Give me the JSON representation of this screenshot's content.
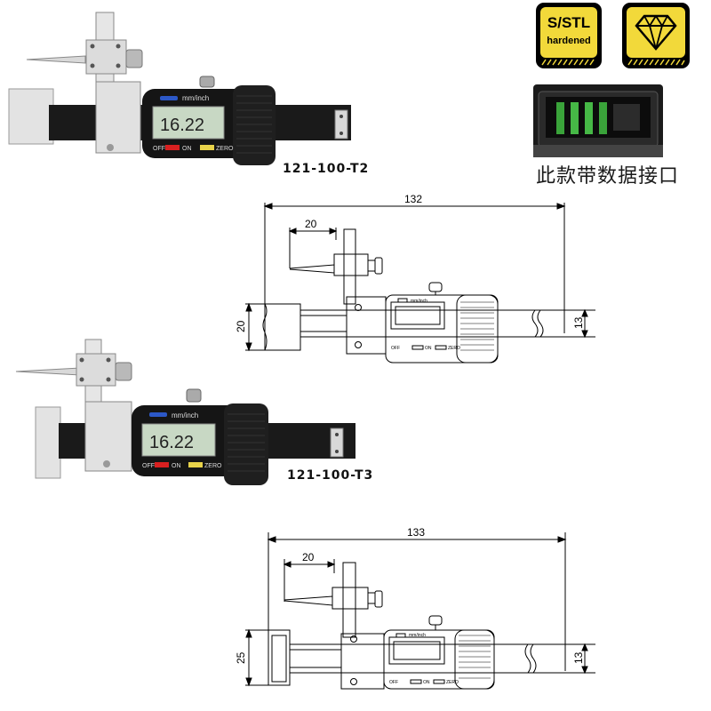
{
  "products": [
    {
      "model": "121-100-T2",
      "display": {
        "reading": "16.22",
        "unit_label": "mm/inch",
        "off_label": "OFF",
        "on_label": "ON",
        "zero_label": "ZERO"
      }
    },
    {
      "model": "121-100-T3",
      "display": {
        "reading": "16.22",
        "unit_label": "mm/inch",
        "off_label": "OFF",
        "on_label": "ON",
        "zero_label": "ZERO"
      }
    }
  ],
  "badges": {
    "material_line1": "S/STL",
    "material_line2": "hardened",
    "diamond_icon": "diamond-icon"
  },
  "data_port": {
    "caption": "此款带数据接口"
  },
  "drawings": [
    {
      "overall_length": "132",
      "tip_length": "20",
      "body_height": "20",
      "beam_height": "13",
      "display_unit_label": "mm/inch",
      "off_label": "OFF",
      "on_label": "ON",
      "zero_label": "ZERO"
    },
    {
      "overall_length": "133",
      "tip_length": "20",
      "body_height": "25",
      "beam_height": "13",
      "display_unit_label": "mm/inch",
      "off_label": "OFF",
      "on_label": "ON",
      "zero_label": "ZERO"
    }
  ]
}
